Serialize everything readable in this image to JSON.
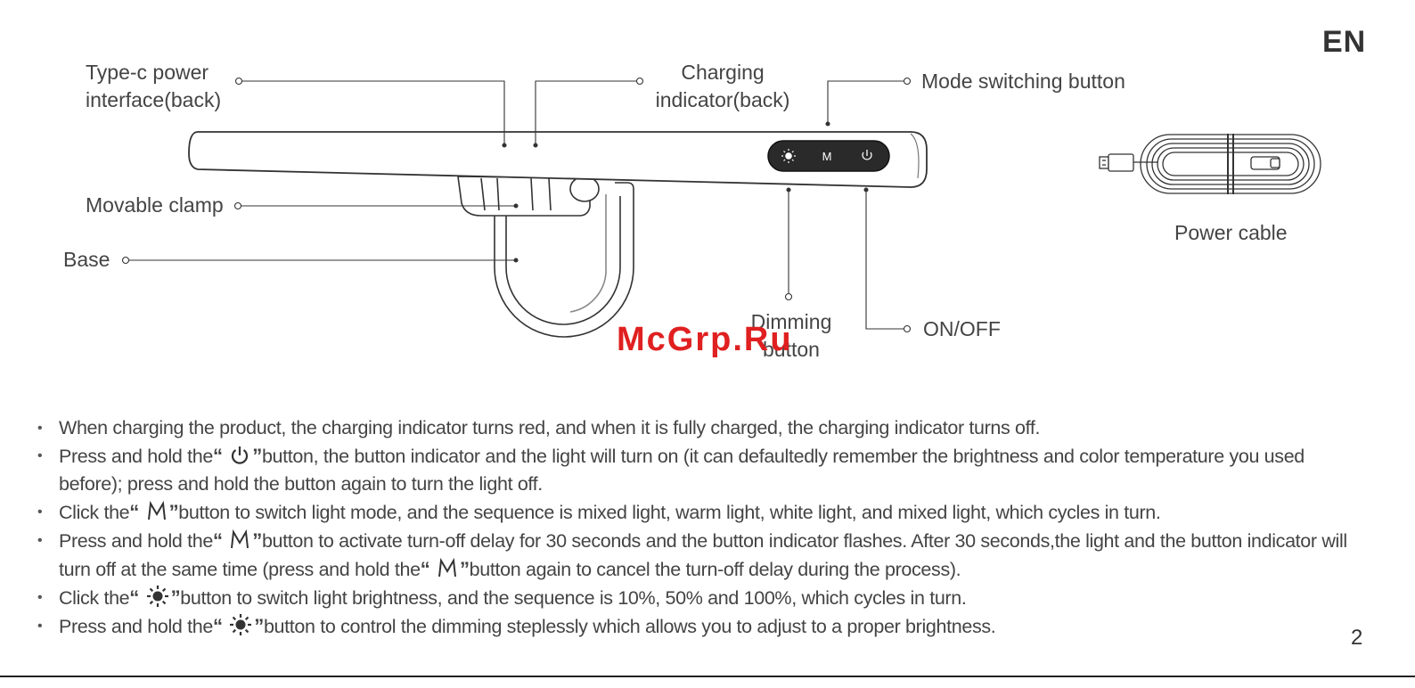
{
  "language_tag": "EN",
  "callouts": {
    "type_c_line1": "Type-c power",
    "type_c_line2": "interface(back)",
    "charging_line1": "Charging",
    "charging_line2": "indicator(back)",
    "mode_button": "Mode switching button",
    "movable_clamp": "Movable clamp",
    "base": "Base",
    "dimming_line1": "Dimming",
    "dimming_line2": "button",
    "on_off": "ON/OFF",
    "power_cable": "Power cable"
  },
  "panel_button_letter": "M",
  "watermark": "McGrp.Ru",
  "quote_open": "“",
  "quote_close": "”",
  "instructions": {
    "b1": "When charging the product, the charging indicator turns red, and when it is fully charged, the charging indicator turns off.",
    "b2_pre": "Press and hold the",
    "b2_post": "button, the button indicator and the light will turn on (it can defaultedly remember the brightness and color temperature you used before); press and hold the button again to turn the light off.",
    "b3_pre": "Click the",
    "b3_post": "button to switch light mode, and the sequence is mixed light, warm light, white light, and mixed light, which cycles in turn.",
    "b4_pre": "Press and hold the",
    "b4_mid": "button to activate turn-off delay for 30 seconds and the button indicator flashes. After 30 seconds,the light and the button indicator will turn off at the same time (press and hold the",
    "b4_post": "button again to cancel the turn-off delay during the process).",
    "b5_pre": "Click the",
    "b5_post": "button to switch light brightness, and the sequence is 10%, 50% and 100%, which cycles in turn.",
    "b6_pre": "Press and hold the",
    "b6_post": "button to control the dimming steplessly which allows you to adjust to a proper brightness."
  },
  "page_number": "2",
  "icons": [
    "sun-icon",
    "m-mode-icon",
    "power-icon",
    "usb-plug-icon"
  ],
  "colors": {
    "text": "#444444",
    "watermark": "#e02020",
    "panel": "#2a2a2a"
  }
}
